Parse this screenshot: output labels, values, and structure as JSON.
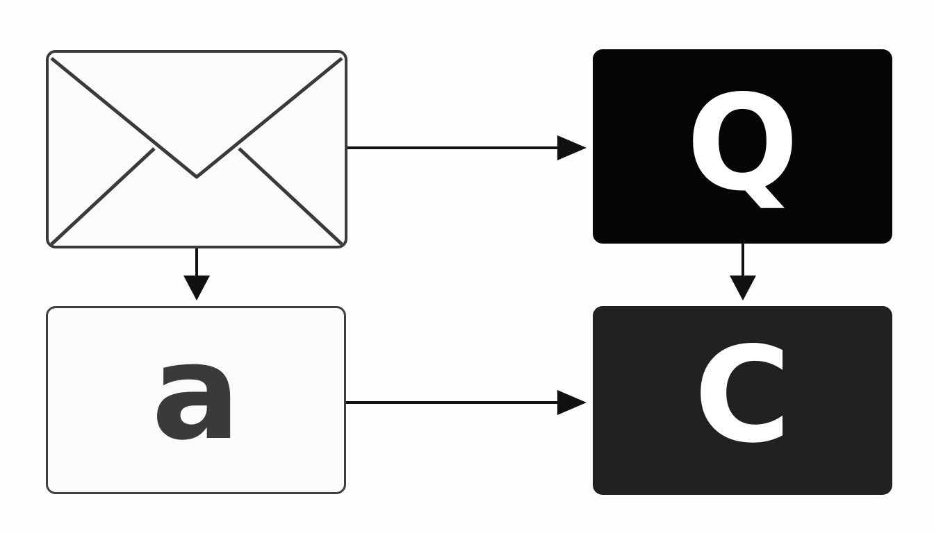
{
  "diagram": {
    "nodes": [
      {
        "id": "envelope",
        "icon": "envelope-icon",
        "label": ""
      },
      {
        "id": "a",
        "label": "a"
      },
      {
        "id": "q",
        "label": "Q"
      },
      {
        "id": "c",
        "label": "C"
      }
    ],
    "edges": [
      {
        "from": "envelope",
        "to": "q"
      },
      {
        "from": "envelope",
        "to": "a"
      },
      {
        "from": "q",
        "to": "c"
      },
      {
        "from": "a",
        "to": "c"
      }
    ],
    "colors": {
      "outline": "#3a3a3a",
      "dark_box": "#050505",
      "dark_box_2": "#212121",
      "light_box": "#fbfbfb",
      "arrow": "#111111",
      "light_text": "#ffffff"
    }
  }
}
